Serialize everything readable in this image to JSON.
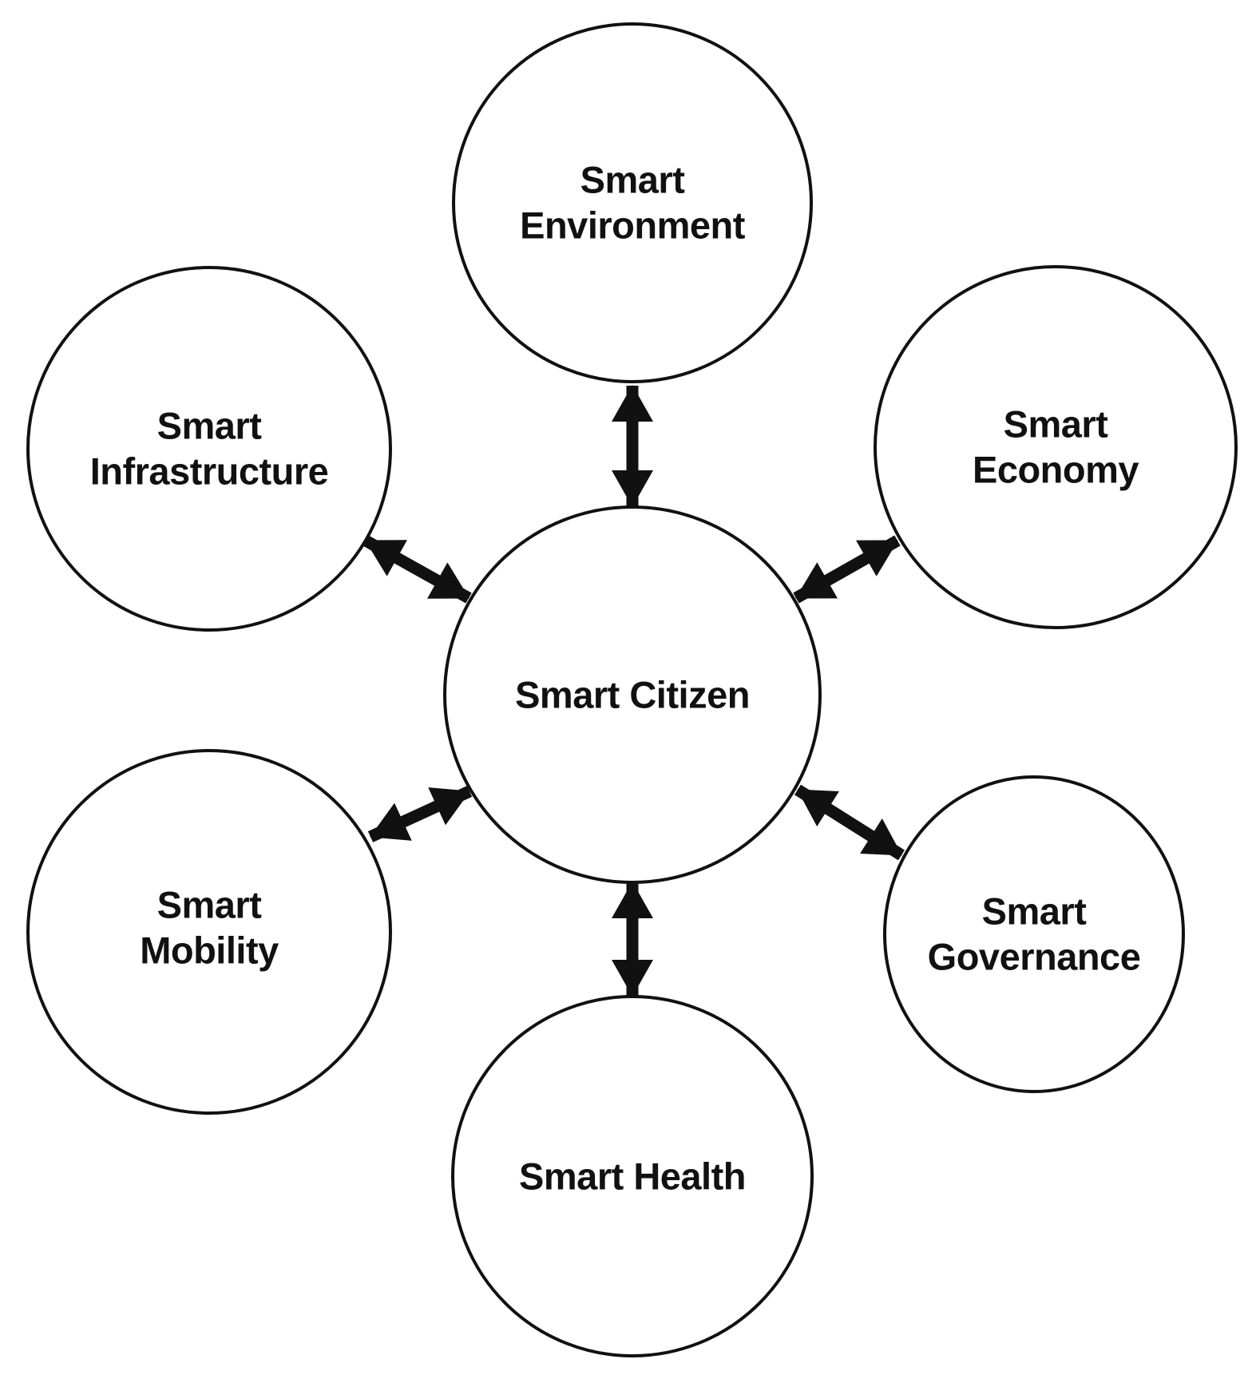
{
  "diagram": {
    "type": "hub-and-spoke",
    "connector_style": "double-headed-arrow",
    "center": {
      "label": "Smart Citizen",
      "position": "center"
    },
    "satellites": [
      {
        "label": "Smart\nEnvironment",
        "position": "top"
      },
      {
        "label": "Smart\nInfrastructure",
        "position": "top-left"
      },
      {
        "label": "Smart\nEconomy",
        "position": "top-right"
      },
      {
        "label": "Smart\nMobility",
        "position": "bottom-left"
      },
      {
        "label": "Smart\nGovernance",
        "position": "bottom-right"
      },
      {
        "label": "Smart Health",
        "position": "bottom"
      }
    ],
    "colors": {
      "background": "#ffffff",
      "node_fill": "#ffffff",
      "node_stroke": "#111111",
      "text": "#111111",
      "arrow": "#111111"
    }
  }
}
